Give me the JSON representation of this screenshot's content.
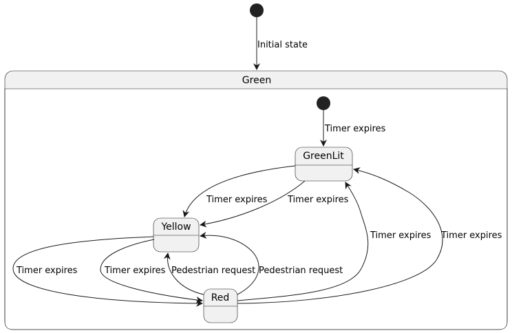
{
  "diagram": {
    "composite_state": {
      "name": "Green"
    },
    "states": {
      "greenlit": {
        "name": "GreenLit"
      },
      "yellow": {
        "name": "Yellow"
      },
      "red": {
        "name": "Red"
      }
    },
    "transitions": {
      "outer_initial": "Initial state",
      "inner_initial": "Timer expires",
      "greenlit_to_yellow_1": "Timer expires",
      "greenlit_to_yellow_2": "Timer expires",
      "yellow_to_red_1": "Timer expires",
      "yellow_to_red_2": "Timer expires",
      "red_to_yellow_1": "Pedestrian request",
      "red_to_yellow_2": "Pedestrian request",
      "red_to_greenlit_1": "Timer expires",
      "red_to_greenlit_2": "Timer expires"
    },
    "colors": {
      "state_fill": "#f1f1f1",
      "line": "#181818",
      "initial_dot": "#222222"
    }
  }
}
